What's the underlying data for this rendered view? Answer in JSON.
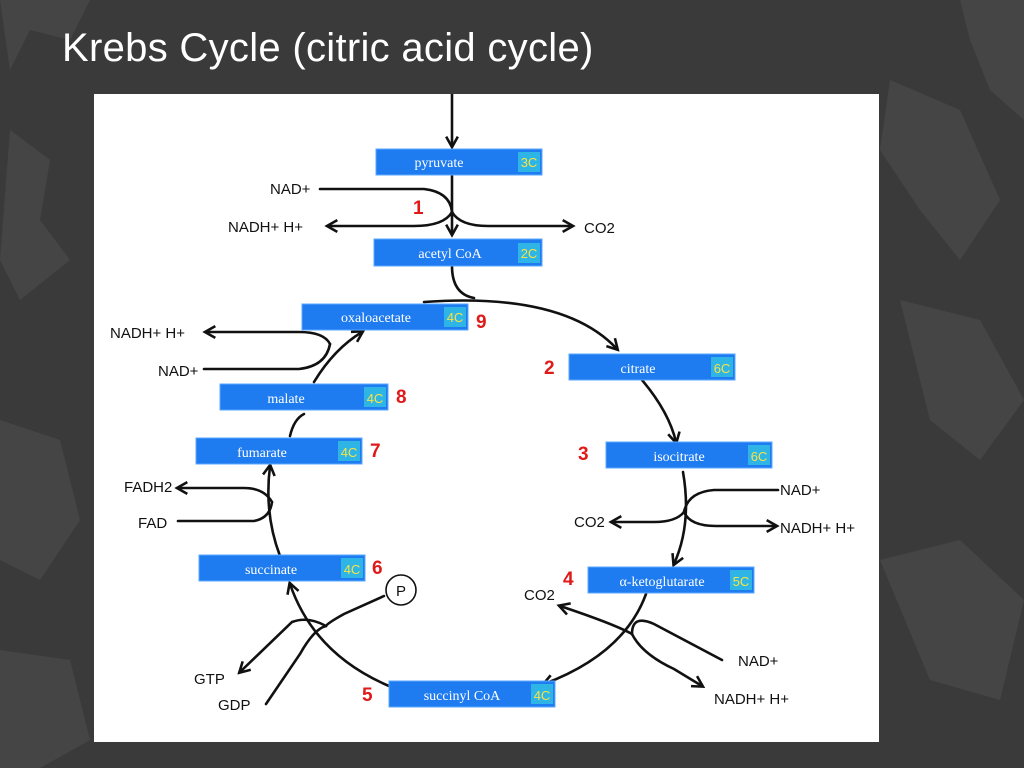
{
  "slide": {
    "title": "Krebs Cycle (citric acid cycle)"
  },
  "colors": {
    "box_fill": "#1f7bf0",
    "badge_fill": "#2fb4e6",
    "step_number": "#e01919",
    "arrow": "#111111",
    "background": "#3a3a3a"
  },
  "diagram": {
    "molecules": [
      {
        "name": "pyruvate",
        "carbons": "3C"
      },
      {
        "name": "acetyl CoA",
        "carbons": "2C"
      },
      {
        "name": "oxaloacetate",
        "carbons": "4C"
      },
      {
        "name": "citrate",
        "carbons": "6C"
      },
      {
        "name": "malate",
        "carbons": "4C"
      },
      {
        "name": "fumarate",
        "carbons": "4C"
      },
      {
        "name": "isocitrate",
        "carbons": "6C"
      },
      {
        "name": "succinate",
        "carbons": "4C"
      },
      {
        "name": "α-ketoglutarate",
        "carbons": "5C"
      },
      {
        "name": "succinyl CoA",
        "carbons": "4C"
      }
    ],
    "steps": [
      "1",
      "2",
      "3",
      "4",
      "5",
      "6",
      "7",
      "8",
      "9"
    ],
    "cofactors": {
      "nad_plus": "NAD+",
      "nadh_h": "NADH+ H+",
      "co2": "CO2",
      "fadh2": "FADH2",
      "fad": "FAD",
      "gtp": "GTP",
      "gdp": "GDP",
      "phosphate": "P"
    }
  }
}
